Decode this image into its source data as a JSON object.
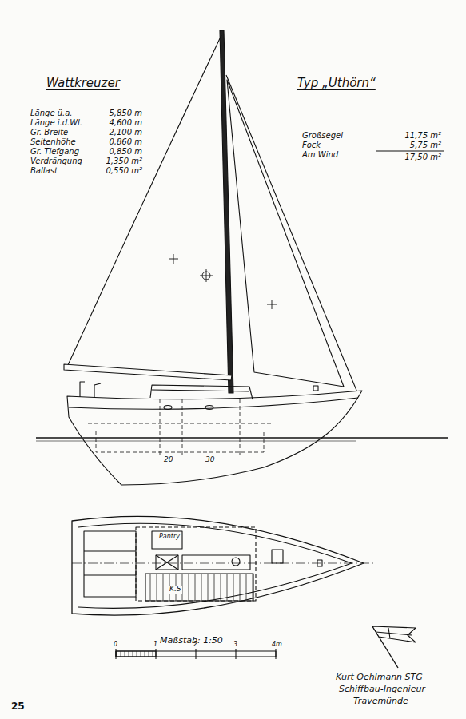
{
  "diagram": {
    "title": "Wattkreuzer",
    "labels": [
      "Typ „Uthörn“",
      "Länge ü.a.",
      "5,850 m",
      "Länge i.d.Wl.",
      "4,600 m",
      "Gr. Breite",
      "2,100 m",
      "Seitenhöhe",
      "0,860 m",
      "Gr. Tiefgang",
      "0,850 m",
      "Verdrängung",
      "1,350 m²",
      "Ballast",
      "0,550 m²",
      "Großsegel",
      "11,75 m²",
      "Fock",
      "5,75 m²",
      "Am Wind",
      "17,50 m²",
      "20",
      "30",
      "Pantry",
      "K.S",
      "Maßstab: 1:50",
      "0",
      "1",
      "2",
      "3",
      "4m",
      "Kurt Oehlmann STG",
      "Schiffbau-Ingenieur",
      "Travemünde",
      "25"
    ]
  }
}
